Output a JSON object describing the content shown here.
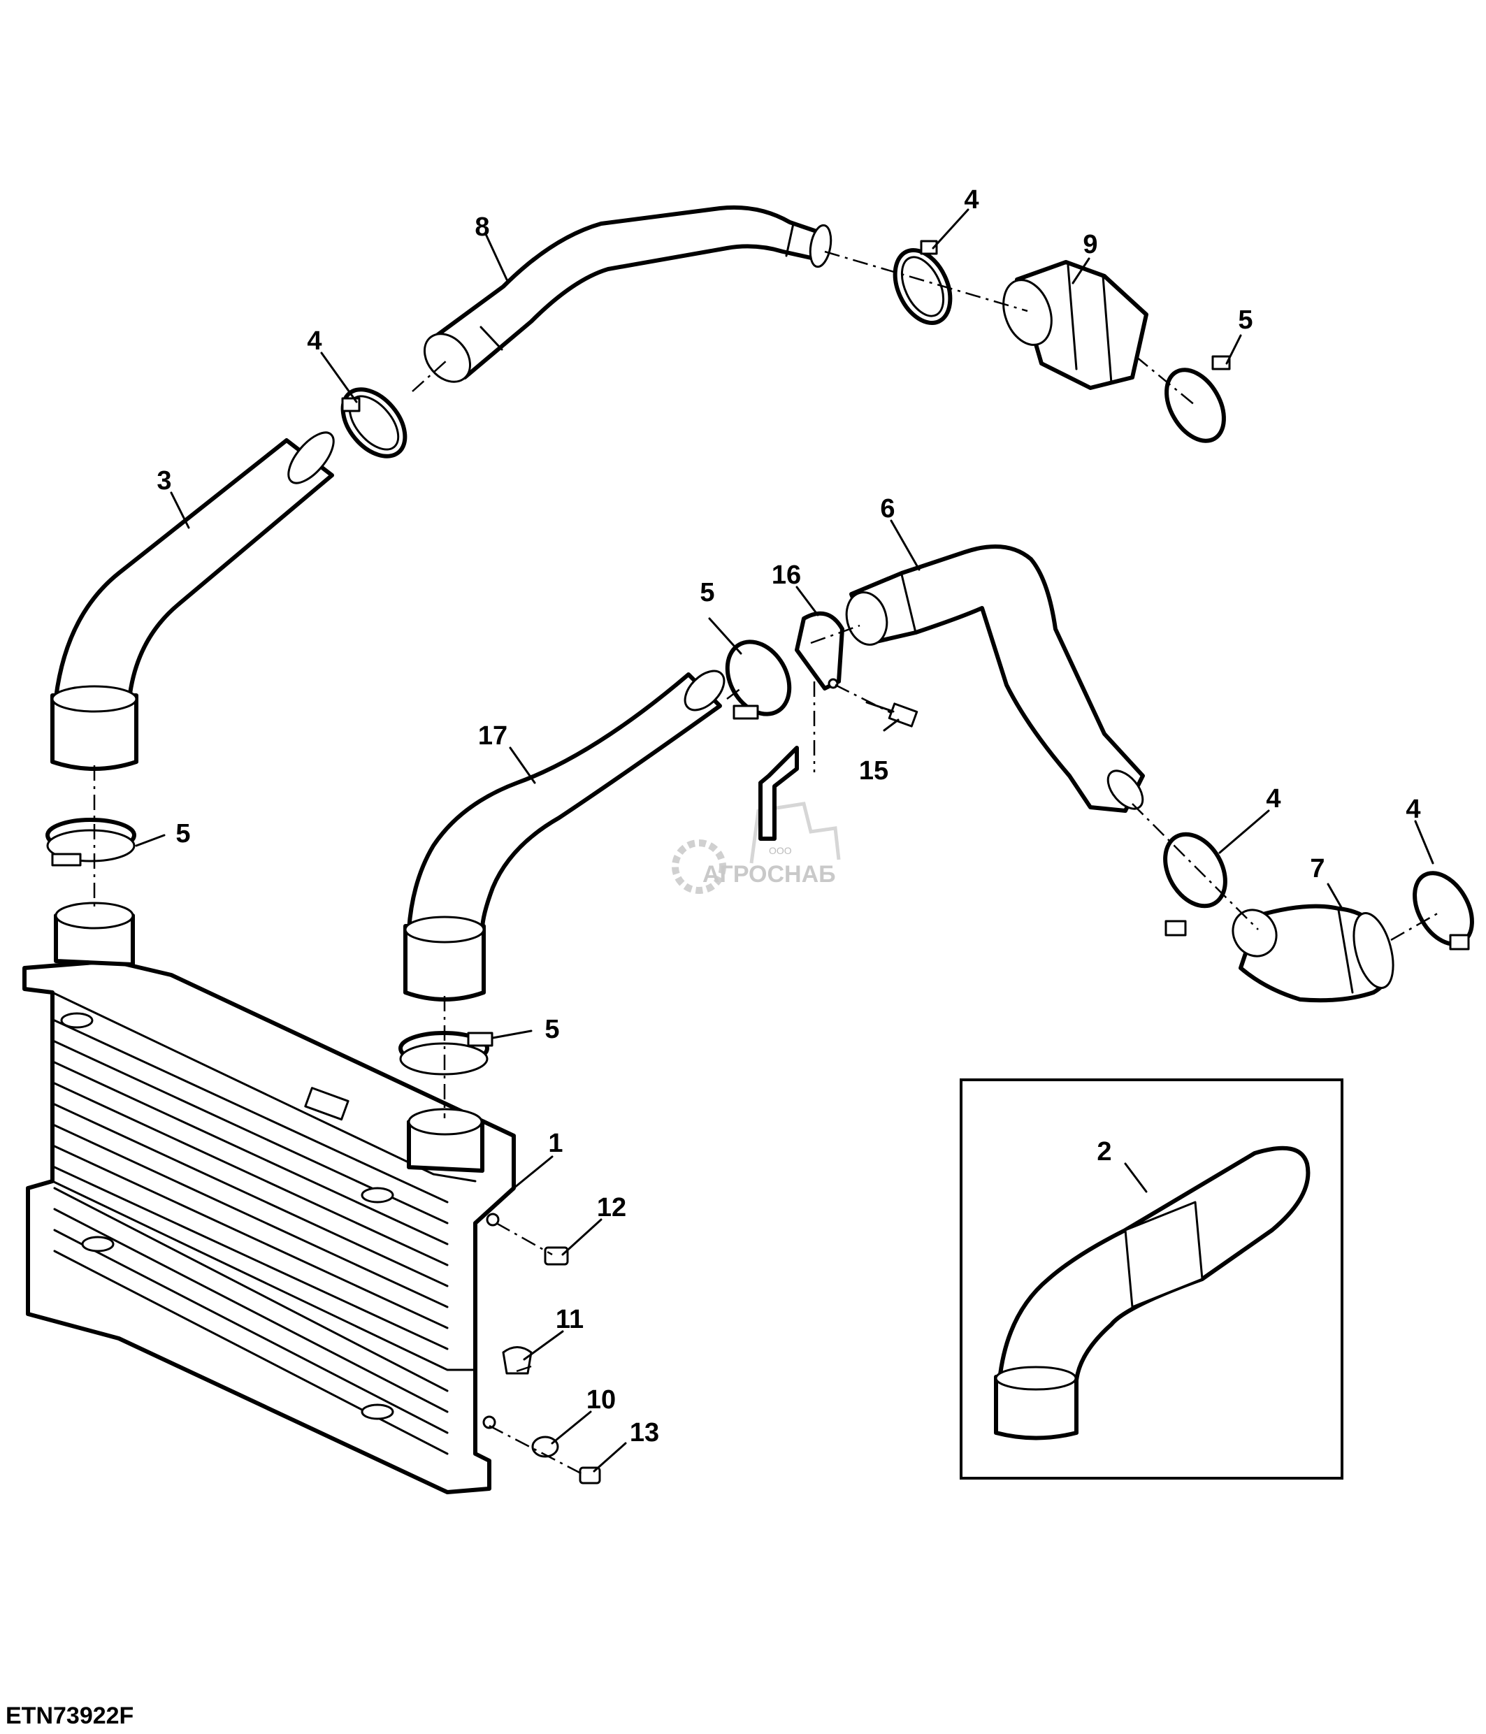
{
  "diagram": {
    "figure_code": "ETN73922F",
    "watermark": {
      "small_text": "ООО",
      "main_text": "АГРОСНАБ"
    },
    "callouts": {
      "c1": "1",
      "c2": "2",
      "c3": "3",
      "c4a": "4",
      "c4b": "4",
      "c4c": "4",
      "c4d": "4",
      "c5a": "5",
      "c5b": "5",
      "c5c": "5",
      "c5d": "5",
      "c6": "6",
      "c7": "7",
      "c8": "8",
      "c9": "9",
      "c10": "10",
      "c11": "11",
      "c12": "12",
      "c13": "13",
      "c15": "15",
      "c16": "16",
      "c17": "17"
    }
  }
}
